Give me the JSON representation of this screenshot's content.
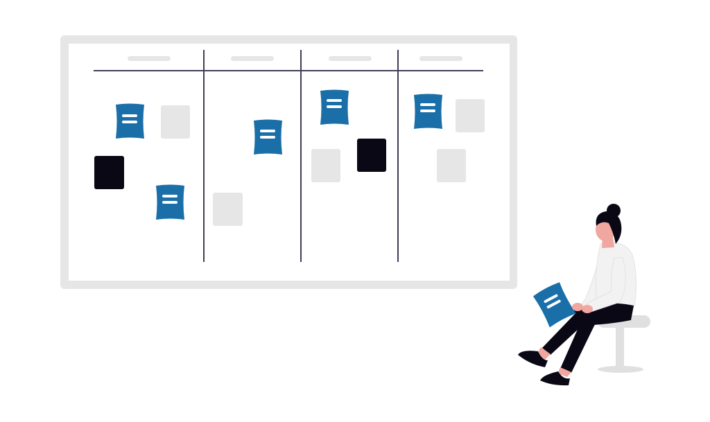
{
  "illustration": {
    "subject": "kanban-board-with-seated-person",
    "colors": {
      "background": "#ffffff",
      "board_frame": "#e6e6e6",
      "board_surface": "#ffffff",
      "board_lines": "#3f3d56",
      "header_placeholder": "#e6e6e6",
      "card_blue": "#1a6fa8",
      "card_black": "#090814",
      "card_grey": "#e6e6e6",
      "card_text_lines": "#ffffff",
      "skin": "#f0a7a0",
      "hair": "#090814",
      "sweater": "#f2f2f2",
      "trousers": "#090814",
      "stool": "#e0e0e0"
    },
    "board": {
      "columns": 4,
      "cards": [
        {
          "column": 1,
          "kind": "note",
          "color": "blue"
        },
        {
          "column": 1,
          "kind": "blank",
          "color": "grey"
        },
        {
          "column": 1,
          "kind": "blank",
          "color": "black"
        },
        {
          "column": 1,
          "kind": "note",
          "color": "blue"
        },
        {
          "column": 2,
          "kind": "note",
          "color": "blue"
        },
        {
          "column": 2,
          "kind": "blank",
          "color": "grey"
        },
        {
          "column": 3,
          "kind": "note",
          "color": "blue"
        },
        {
          "column": 3,
          "kind": "blank",
          "color": "grey"
        },
        {
          "column": 3,
          "kind": "blank",
          "color": "black"
        },
        {
          "column": 4,
          "kind": "note",
          "color": "blue"
        },
        {
          "column": 4,
          "kind": "blank",
          "color": "grey"
        },
        {
          "column": 4,
          "kind": "blank",
          "color": "grey"
        }
      ]
    },
    "person": {
      "pose": "seated-on-stool",
      "holding": "note-card-blue"
    }
  }
}
